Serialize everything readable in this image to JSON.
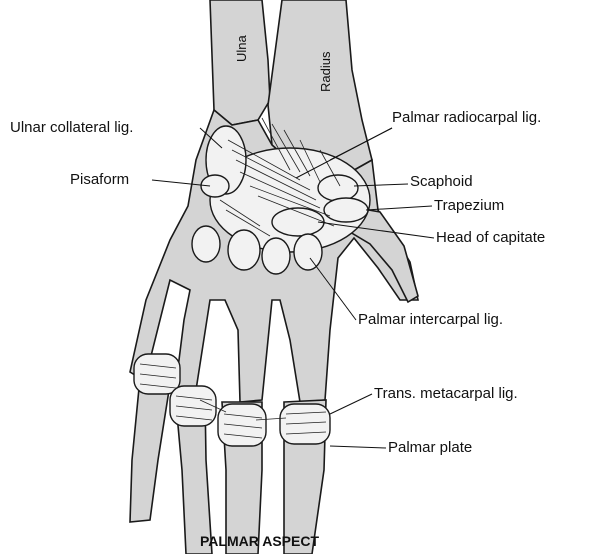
{
  "bones": {
    "ulna": "Ulna",
    "radius": "Radius"
  },
  "labels": {
    "ulnar_collateral": "Ulnar collateral lig.",
    "palmar_radiocarpal": "Palmar radiocarpal lig.",
    "pisiform": "Pisaform",
    "scaphoid": "Scaphoid",
    "trapezium": "Trapezium",
    "head_of_capitate": "Head of capitate",
    "palmar_intercarpal": "Palmar intercarpal lig.",
    "trans_metacarpal": "Trans. metacarpal lig.",
    "palmar_plate": "Palmar plate"
  },
  "caption": "PALMAR ASPECT"
}
